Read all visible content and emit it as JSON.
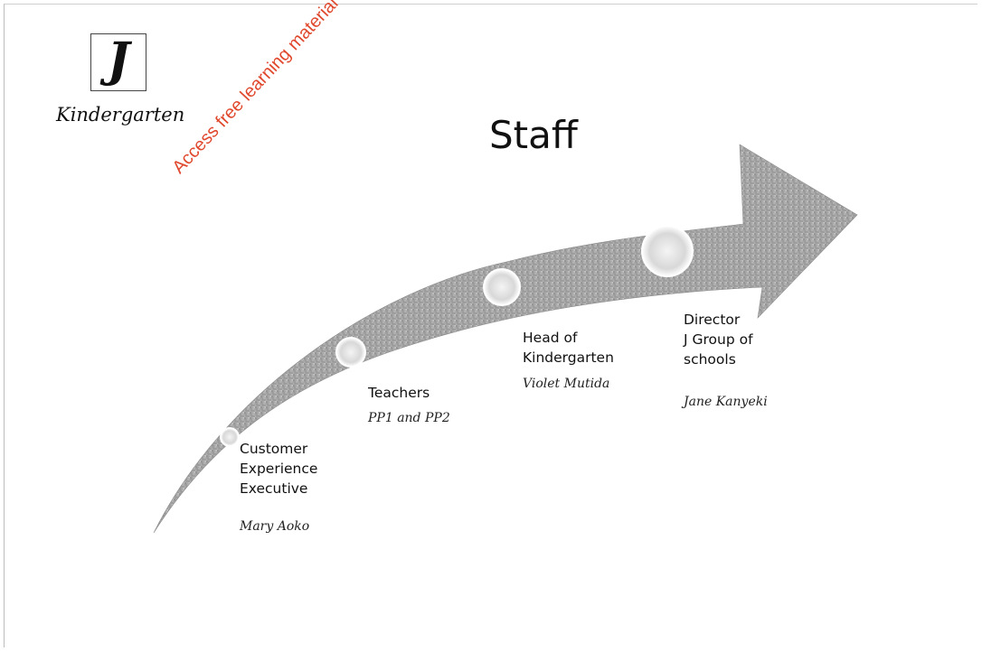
{
  "logo": {
    "letter": "J",
    "caption": "Kindergarten"
  },
  "title": "Staff",
  "watermark": "Access free learning material by visiti",
  "stages": [
    {
      "role_lines": [
        "Customer",
        "Experience",
        "Executive"
      ],
      "person": "Mary Aoko"
    },
    {
      "role_lines": [
        "Teachers"
      ],
      "person": "PP1 and PP2"
    },
    {
      "role_lines": [
        "Head of",
        "Kindergarten"
      ],
      "person": "Violet Mutida"
    },
    {
      "role_lines": [
        "Director",
        "J Group of",
        "schools"
      ],
      "person": "Jane Kanyeki"
    }
  ]
}
